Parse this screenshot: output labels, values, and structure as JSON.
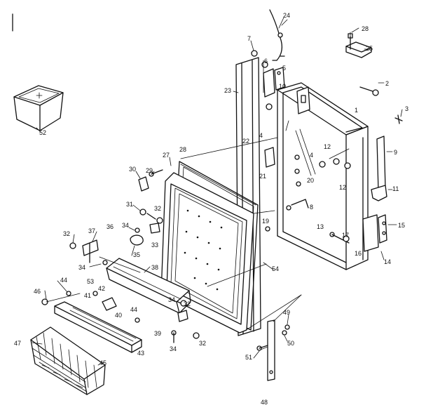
{
  "labels": {
    "l52": "52",
    "l24": "24",
    "l7": "7",
    "l6": "6",
    "l5": "5",
    "l28a": "28",
    "l25": "25",
    "l23": "23",
    "l10": "10",
    "l2": "2",
    "l1": "1",
    "l3": "3",
    "l9": "9",
    "l4a": "4",
    "l4b": "4",
    "l22": "22",
    "l12a": "12",
    "l12b": "12",
    "l21": "21",
    "l20": "20",
    "l11": "11",
    "l8": "8",
    "l28b": "28",
    "l27": "27",
    "l30": "30",
    "l29": "29",
    "l31": "31",
    "l32a": "32",
    "l36": "36",
    "l34a": "34",
    "l33": "33",
    "l35": "35",
    "l19": "19",
    "l13": "13",
    "l17": "17",
    "l16": "16",
    "l15": "15",
    "l14": "14",
    "l32b": "32",
    "l37": "37",
    "l34b": "34",
    "l54": "54",
    "l38": "38",
    "l53": "53",
    "l44a": "44",
    "l42": "42",
    "l41": "41",
    "l40": "40",
    "l46": "46",
    "l44b": "44",
    "l39": "39",
    "l34c": "34",
    "l32c": "32",
    "l34d": "34",
    "l32d": "32",
    "l43": "43",
    "l47": "47",
    "l45": "45",
    "l49": "49",
    "l50": "50",
    "l51": "51",
    "l48": "48"
  }
}
